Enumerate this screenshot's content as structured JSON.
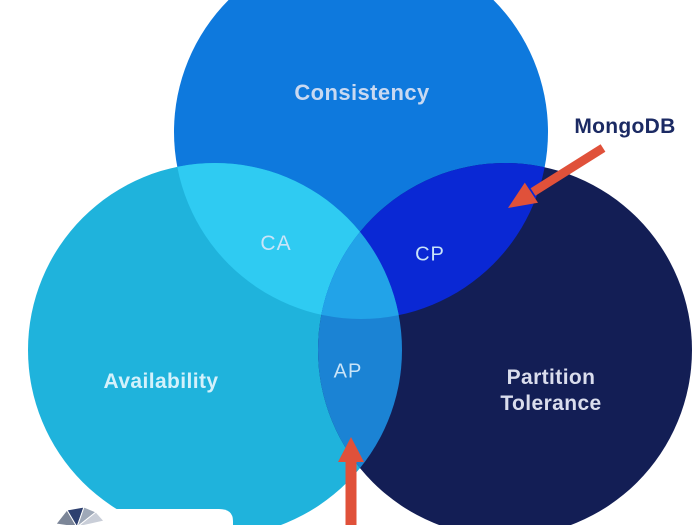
{
  "diagram": {
    "type": "venn-cap-theorem",
    "background": "#ffffff",
    "circles": {
      "consistency": {
        "label": "Consistency",
        "color": "#0e79dd"
      },
      "availability": {
        "label": "Availability",
        "color": "#1fb3dc"
      },
      "partition": {
        "label_line1": "Partition",
        "label_line2": "Tolerance",
        "color": "#131e55"
      }
    },
    "regions": {
      "ca": {
        "label": "CA",
        "color": "#2fcbf2"
      },
      "cp": {
        "label": "CP",
        "color": "#0a28d4"
      },
      "ap": {
        "label": "AP",
        "color": "#1b83d4"
      },
      "center": {
        "color": "#22a3e8"
      }
    },
    "annotations": {
      "mongodb": {
        "label": "MongoDB",
        "text_color": "#1b2a63"
      },
      "arrow_color": "#e0513a"
    },
    "watermark": {
      "card_color": "#ffffff",
      "logo": {
        "name": "sphere-logo",
        "colors": [
          "#7c8698",
          "#2e4170",
          "#9fa9b8",
          "#c9ced8"
        ]
      }
    }
  }
}
